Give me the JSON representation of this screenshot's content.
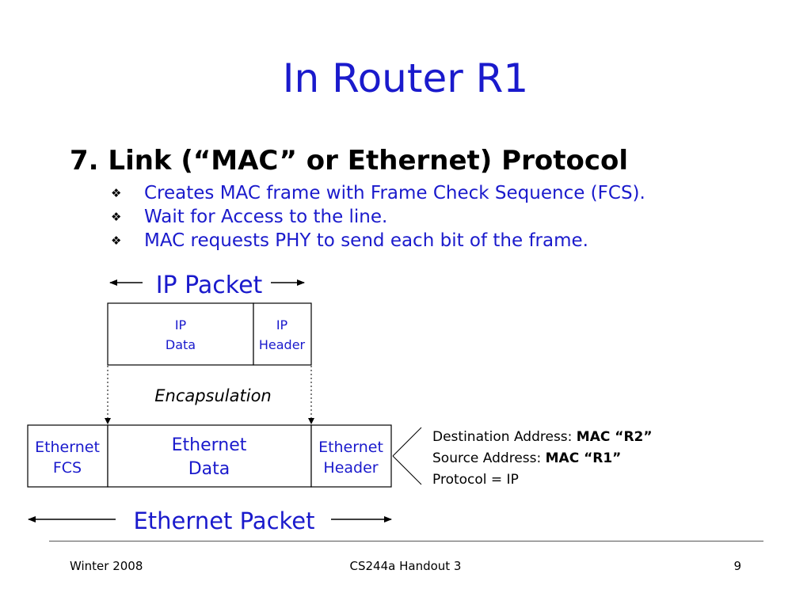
{
  "slide": {
    "title": "In Router R1",
    "heading": "7. Link (“MAC” or Ethernet) Protocol",
    "bullets": [
      {
        "icon": "diamond-bullet-icon",
        "text": "Creates MAC frame with Frame Check Sequence (FCS)."
      },
      {
        "icon": "diamond-bullet-icon",
        "text": "Wait for Access to the line."
      },
      {
        "icon": "diamond-bullet-icon",
        "text": "MAC requests PHY to send each bit of the frame."
      }
    ]
  },
  "diagram": {
    "ip_packet_label": "IP Packet",
    "ip_data": [
      "IP",
      "Data"
    ],
    "ip_header": [
      "IP",
      "Header"
    ],
    "encapsulation_label": "Encapsulation",
    "eth_fcs": [
      "Ethernet",
      "FCS"
    ],
    "eth_data": [
      "Ethernet",
      "Data"
    ],
    "eth_header": [
      "Ethernet",
      "Header"
    ],
    "ethernet_packet_label": "Ethernet Packet",
    "header_fields": {
      "dest_label": "Destination Address: ",
      "dest_value": "MAC “R2”",
      "src_label": "Source Address: ",
      "src_value": "MAC “R1”",
      "protocol": "Protocol = IP"
    }
  },
  "footer": {
    "left": "Winter 2008",
    "center": "CS244a Handout 3",
    "right": "9"
  },
  "colors": {
    "title": "#1a1acc",
    "bullet_text": "#1a1acc"
  }
}
